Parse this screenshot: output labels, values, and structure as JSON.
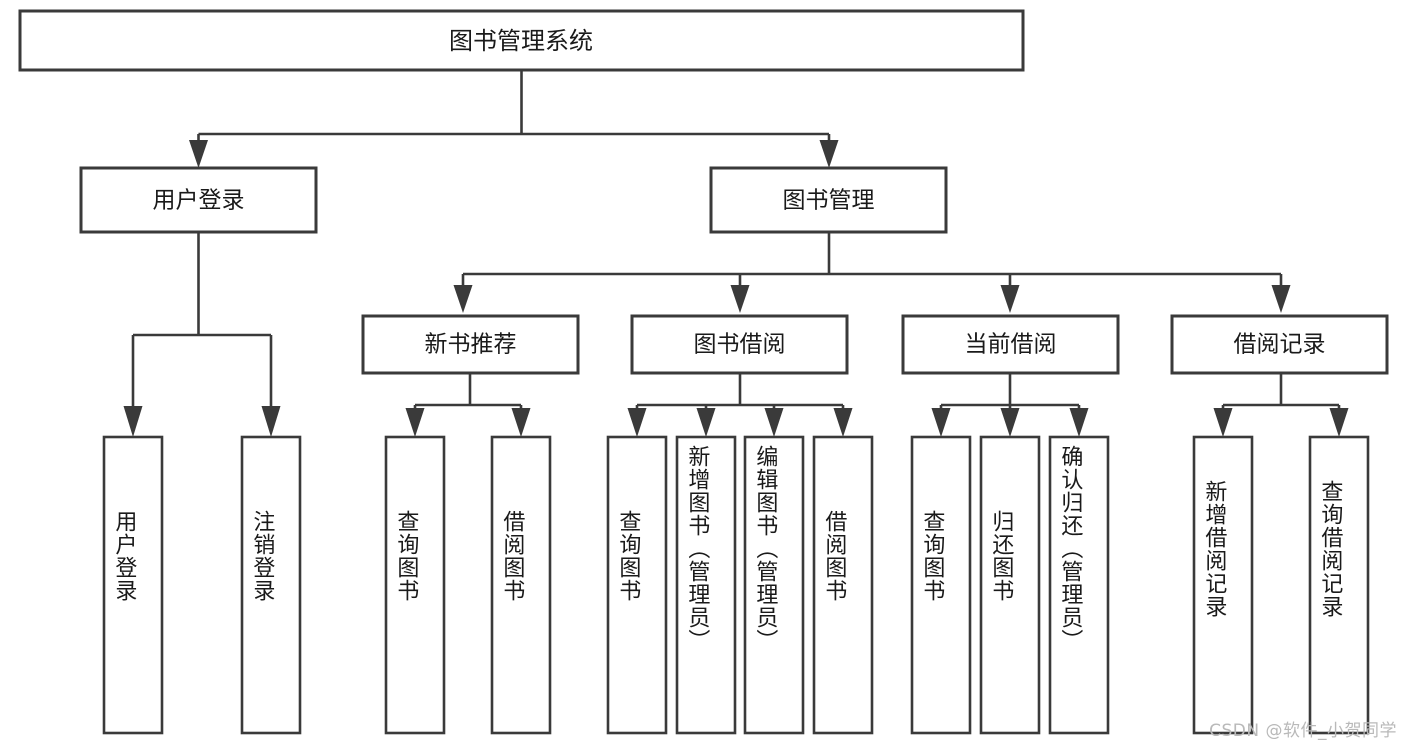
{
  "diagram": {
    "type": "tree-hierarchy",
    "title": "图书管理系统",
    "orientation": "top-down",
    "watermark": "CSDN @软件_小贺同学",
    "colors": {
      "box_stroke": "#3a3a3a",
      "box_fill": "#ffffff",
      "connector": "#3a3a3a",
      "text": "#1a1a1a",
      "watermark": "#b9b9b9",
      "background": "#ffffff"
    },
    "root": {
      "label": "图书管理系统"
    },
    "level2": [
      {
        "label": "用户登录"
      },
      {
        "label": "图书管理"
      }
    ],
    "level3": [
      {
        "label": "新书推荐"
      },
      {
        "label": "图书借阅"
      },
      {
        "label": "当前借阅"
      },
      {
        "label": "借阅记录"
      }
    ],
    "leaves": {
      "user_login": [
        {
          "label": "用户登录"
        },
        {
          "label": "注销登录"
        }
      ],
      "new_book_recommend": [
        {
          "label": "查询图书"
        },
        {
          "label": "借阅图书"
        }
      ],
      "book_borrow": [
        {
          "label": "查询图书"
        },
        {
          "label": "新增图书（管理员）"
        },
        {
          "label": "编辑图书（管理员）"
        },
        {
          "label": "借阅图书"
        }
      ],
      "current_borrow": [
        {
          "label": "查询图书"
        },
        {
          "label": "归还图书"
        },
        {
          "label": "确认归还（管理员）"
        }
      ],
      "borrow_record": [
        {
          "label": "新增借阅记录"
        },
        {
          "label": "查询借阅记录"
        }
      ]
    }
  }
}
